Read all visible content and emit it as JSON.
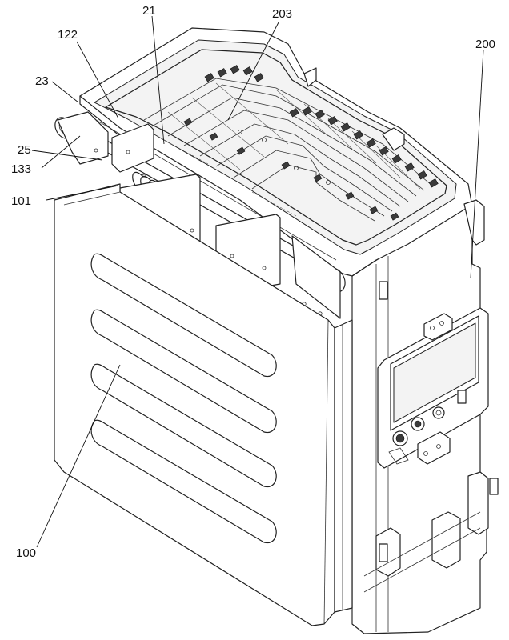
{
  "labels": {
    "l21": "21",
    "l203": "203",
    "l122": "122",
    "l23": "23",
    "l25": "25",
    "l133": "133",
    "l101": "101",
    "l200": "200",
    "l100": "100"
  },
  "colors": {
    "line": "#222222",
    "background": "#ffffff"
  }
}
